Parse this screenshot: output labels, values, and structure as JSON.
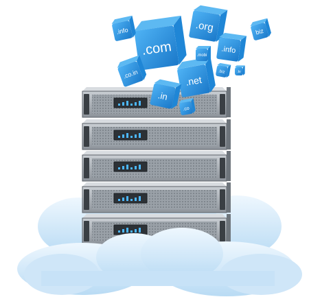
{
  "scene": {
    "colors": {
      "cube_top": "#5db9f2",
      "cube_side": "#1f86d6",
      "cube_front": "#2e9be6",
      "cloud": "#d6ecfb",
      "cloud_shadow": "#a9d1f0",
      "server_body": "#aeb4bb",
      "server_front": "#8f969e",
      "server_dark": "#2c3136",
      "led": "#4cb7ff"
    },
    "cubes": [
      {
        "label": ".com"
      },
      {
        "label": ".org"
      },
      {
        "label": ".info"
      },
      {
        "label": ".info"
      },
      {
        "label": "biz"
      },
      {
        "label": ".co.in"
      },
      {
        "label": ".net"
      },
      {
        "label": ".in"
      },
      {
        "label": ".mobi"
      },
      {
        "label": ".biz"
      },
      {
        "label": ".tv"
      },
      {
        "label": ".co"
      }
    ],
    "servers": [
      {
        "unit": 1
      },
      {
        "unit": 2
      },
      {
        "unit": 3
      },
      {
        "unit": 4
      },
      {
        "unit": 5
      }
    ]
  }
}
